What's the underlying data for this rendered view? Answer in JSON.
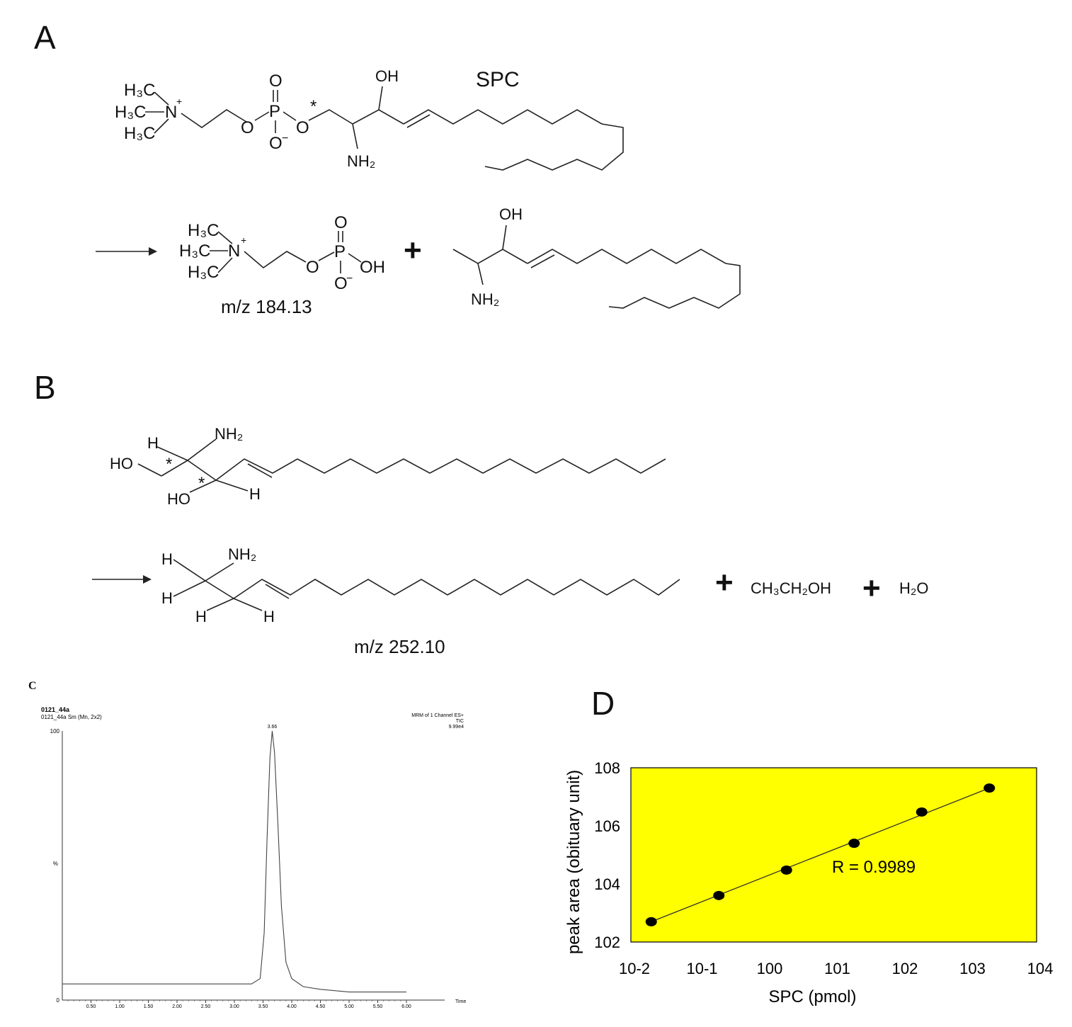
{
  "panels": {
    "a": "A",
    "b": "B",
    "c": "C",
    "d": "D"
  },
  "panel_a": {
    "compound_label": "SPC",
    "fragment_mz": "m/z 184.13",
    "atoms": {
      "h3c": "H₃C",
      "n": "N",
      "plus": "+",
      "o": "O",
      "p": "P",
      "oh": "OH",
      "nh2": "NH₂",
      "star": "*",
      "minus": "−",
      "h": "H"
    }
  },
  "panel_b": {
    "fragment_mz": "m/z 252.10",
    "ethanol": "CH₃CH₂OH",
    "water": "H₂O",
    "atoms": {
      "h": "H",
      "ho": "HO",
      "nh2": "NH₂",
      "star": "*"
    },
    "plus_sign": "+"
  },
  "chart_data": [
    {
      "type": "line",
      "title": "0121_44a",
      "subtitle": "0121_44a Sm (Mn, 2x2)",
      "header_right": [
        "MRM of 1 Channel ES+",
        "TIC",
        "9.99e4"
      ],
      "peak_label": "3.66",
      "xlabel": "Time",
      "ylabel": "%",
      "y_ticks": [
        "100",
        "%",
        "0"
      ],
      "x_ticks": [
        "0.50",
        "1.00",
        "1.50",
        "2.00",
        "2.50",
        "3.00",
        "3.50",
        "4.00",
        "4.50",
        "5.00",
        "5.50",
        "6.00"
      ],
      "xlim": [
        0,
        6.0
      ],
      "ylim": [
        0,
        100
      ],
      "x": [
        0.0,
        0.5,
        1.0,
        1.5,
        2.0,
        2.5,
        3.0,
        3.3,
        3.45,
        3.52,
        3.57,
        3.62,
        3.66,
        3.7,
        3.76,
        3.82,
        3.9,
        4.0,
        4.2,
        4.5,
        5.0,
        5.5,
        6.0
      ],
      "y": [
        6,
        6,
        6,
        6,
        6,
        6,
        6,
        6,
        8,
        25,
        60,
        90,
        100,
        92,
        65,
        35,
        14,
        8,
        5,
        4,
        3,
        3,
        3
      ]
    },
    {
      "type": "scatter",
      "title": "",
      "xlabel": "SPC (pmol)",
      "ylabel": "peak area (obituary unit)",
      "x_scale": "log",
      "y_scale": "log",
      "xlim": [
        0.01,
        10000
      ],
      "ylim": [
        100,
        100000000
      ],
      "x_tick_labels": [
        "10-2",
        "10-1",
        "100",
        "101",
        "102",
        "103",
        "104"
      ],
      "y_tick_labels": [
        "102",
        "104",
        "106",
        "108"
      ],
      "x": [
        0.02,
        0.2,
        2,
        20,
        200,
        2000
      ],
      "y": [
        500,
        4000,
        30000,
        250000,
        3000000,
        20000000
      ],
      "fit": "line",
      "annotation": "R = 0.9989",
      "background": "#ffff00",
      "marker_color": "#000000",
      "grid": false
    }
  ]
}
